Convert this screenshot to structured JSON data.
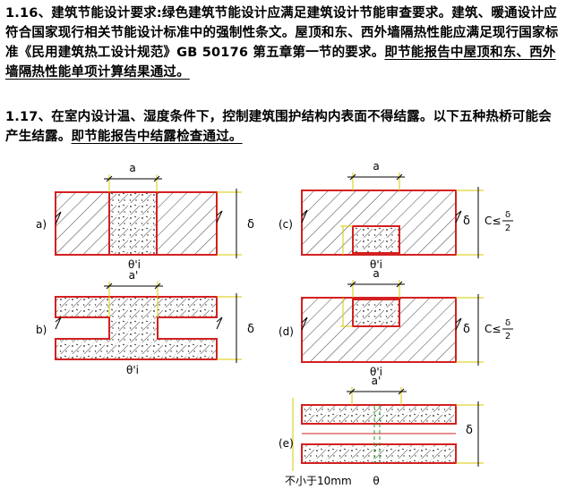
{
  "section_116": {
    "number": "1.16、",
    "text": "建筑节能设计要求:绿色建筑节能设计应满足建筑设计节能审查要求。建筑、暖通设计应符合国家现行相关节能设计标准中的强制性条文。屋顶和东、西外墙隔热性能应满足现行国家标准《民用建筑热工设计规范》GB 50176 第五章第一节的要求。",
    "underlined": "即节能报告中屋顶和东、西外墙隔热性能单项计算结果通过。"
  },
  "section_117": {
    "number": "1.17、",
    "text": "在室内设计温、湿度条件下，控制建筑围护结构内表面不得结露。以下五种热桥可能会产生结露。",
    "underlined": "即节能报告中结露检查通过。"
  },
  "figures": {
    "a": {
      "label": "a)",
      "dim_width": "a",
      "dim_thickness": "δ",
      "temp": "θ'i"
    },
    "b": {
      "label": "b)",
      "dim_width": "a'",
      "dim_thickness": "δ",
      "temp": "θ'i"
    },
    "c": {
      "label": "(c)",
      "dim_width": "a",
      "dim_thickness": "δ",
      "temp": "θ'i",
      "cond_prefix": "C≤",
      "cond_num": "δ",
      "cond_den": "2"
    },
    "d": {
      "label": "(d)",
      "dim_width": "a",
      "dim_thickness": "δ",
      "temp": "θ'i",
      "cond_prefix": "C≤",
      "cond_num": "δ",
      "cond_den": "2"
    },
    "e": {
      "label": "(e)",
      "dim_width": "a'",
      "dim_thickness": "δ",
      "temp": "θ",
      "note": "不小于10mm"
    }
  },
  "colors": {
    "outline": "#d42020",
    "hatch": "#444444",
    "dimension": "#d8c800"
  }
}
